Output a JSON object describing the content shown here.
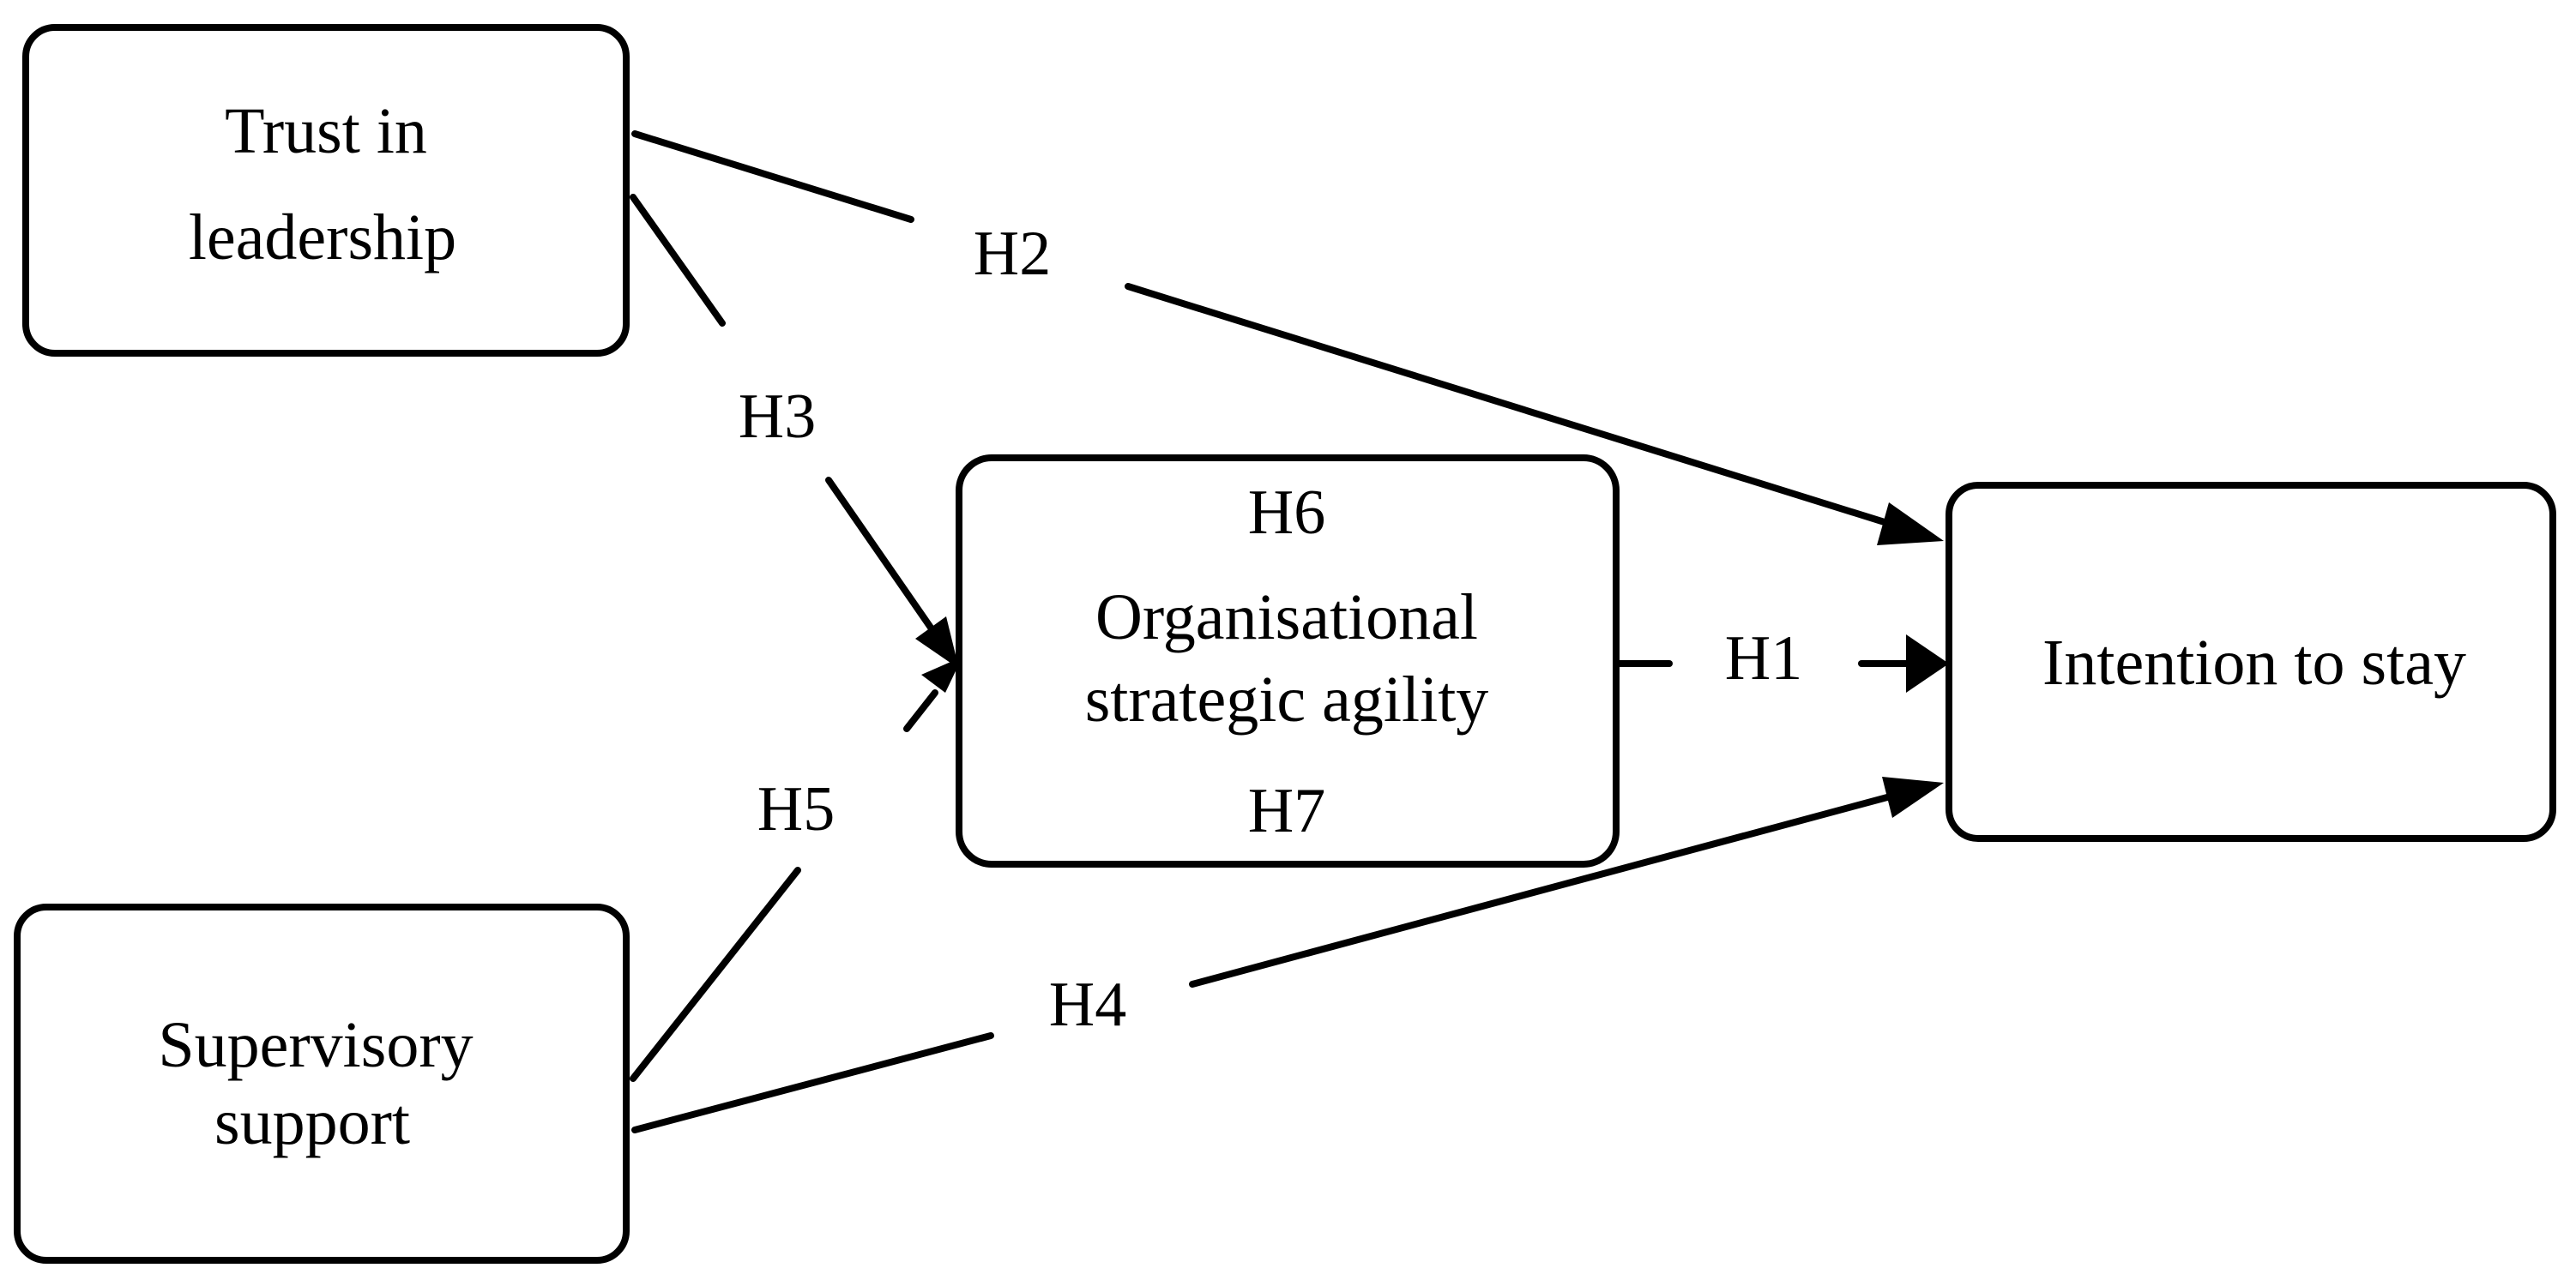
{
  "nodes": {
    "trust_in_leadership": {
      "lines": [
        "Trust in",
        "leadership"
      ]
    },
    "supervisory_support": {
      "lines": [
        "Supervisory",
        "support"
      ]
    },
    "organisational_strategic_agility": {
      "lines": [
        "Organisational",
        "strategic agility"
      ]
    },
    "intention_to_stay": {
      "lines": [
        "Intention to stay"
      ]
    }
  },
  "hypotheses": {
    "h1": "H1",
    "h2": "H2",
    "h3": "H3",
    "h4": "H4",
    "h5": "H5",
    "h6": "H6",
    "h7": "H7"
  },
  "colors": {
    "stroke": "#000000",
    "background": "#ffffff"
  }
}
